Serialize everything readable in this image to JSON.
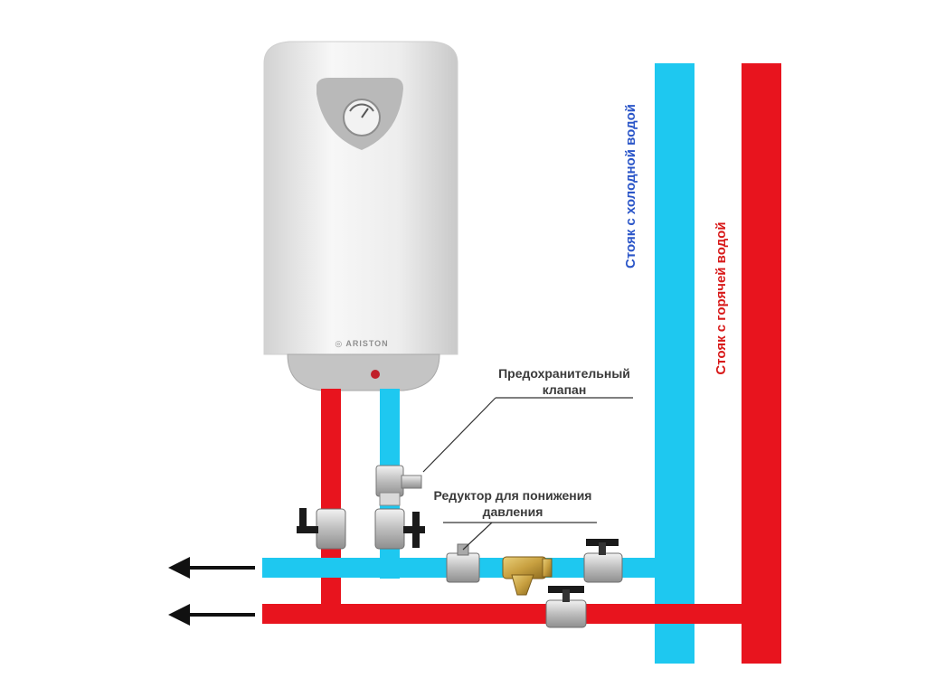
{
  "colors": {
    "cold_water": "#1ec8f0",
    "hot_water": "#e8141e",
    "label_cold": "#2a55c8",
    "label_hot": "#d81a1a",
    "label_dark": "#3a3a3a",
    "heater_body": "#ececec",
    "heater_panel": "#b9b9b9",
    "valve_metal": "#bdbdbd",
    "valve_handle": "#1a1a1a",
    "filter_brass": "#c8a040",
    "arrow": "#111111"
  },
  "heater": {
    "brand": "ARISTON"
  },
  "labels": {
    "cold_riser": "Стояк с холодной водой",
    "hot_riser": "Стояк с горячей водой",
    "safety_valve_line1": "Предохранительный",
    "safety_valve_line2": "клапан",
    "reducer_line1": "Редуктор для понижения",
    "reducer_line2": "давления"
  },
  "icons": {
    "outlet_arrow": "arrow-left-icon",
    "ball_valve": "ball-valve-icon",
    "filter": "y-strainer-icon",
    "thermostat": "dial-icon"
  }
}
